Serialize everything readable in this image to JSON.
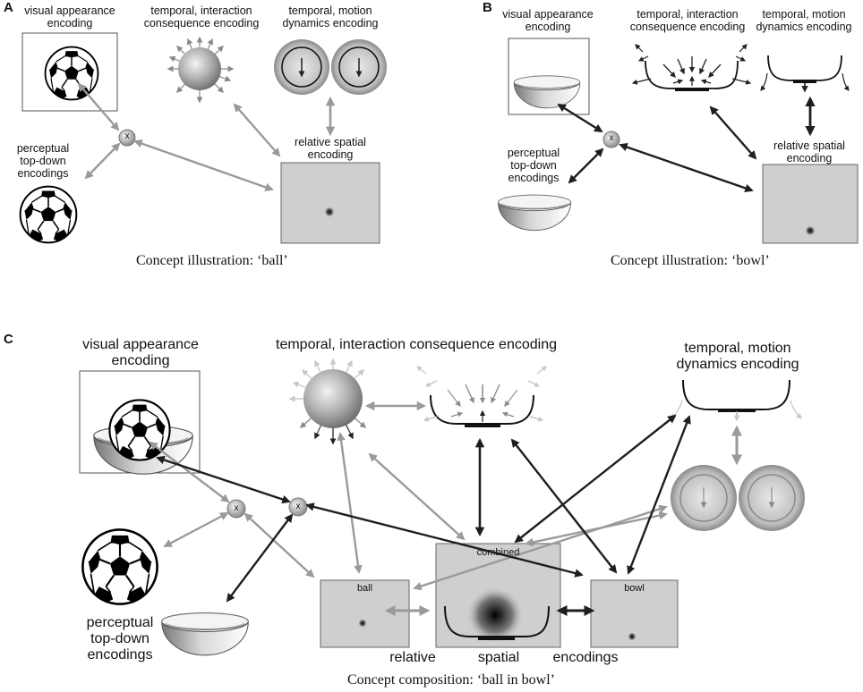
{
  "panel_a": {
    "letter": "A",
    "visual": "visual appearance\nencoding",
    "interaction": "temporal, interaction\nconsequence encoding",
    "motion": "temporal, motion\ndynamics encoding",
    "spatial": "relative spatial\nencoding",
    "perceptual": "perceptual\ntop-down\nencodings",
    "node": "x",
    "caption": "Concept illustration: ‘ball’"
  },
  "panel_b": {
    "letter": "B",
    "visual": "visual appearance\nencoding",
    "interaction": "temporal, interaction\nconsequence encoding",
    "motion": "temporal, motion\ndynamics encoding",
    "spatial": "relative spatial\nencoding",
    "perceptual": "perceptual\ntop-down\nencodings",
    "node": "x",
    "caption": "Concept illustration: ‘bowl’"
  },
  "panel_c": {
    "letter": "C",
    "visual": "visual appearance\nencoding",
    "interaction": "temporal, interaction consequence encoding",
    "motion": "temporal, motion\ndynamics encoding",
    "perceptual": "perceptual\ntop-down\nencodings",
    "node1": "x",
    "node2": "x",
    "box_ball": "ball",
    "box_combined": "combined",
    "box_bowl": "bowl",
    "relative": "relative",
    "spatial": "spatial",
    "encodings": "encodings",
    "caption": "Concept composition: ‘ball in bowl’"
  },
  "colors": {
    "gray_arrow": "#9a9a9a",
    "dark_arrow": "#1e1e1e",
    "box_fill": "#cfcfcf"
  }
}
